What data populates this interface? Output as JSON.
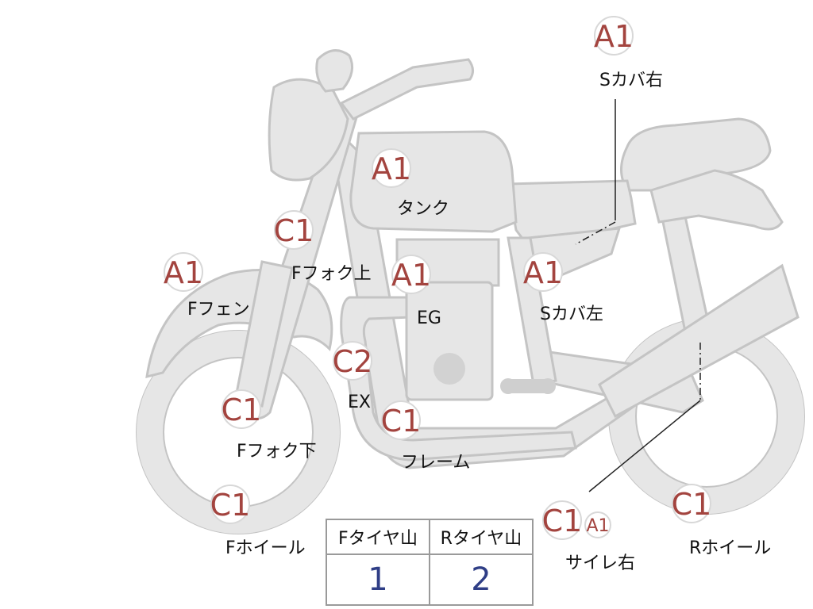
{
  "markers": [
    {
      "id": "s-cover-right",
      "grade": "A1",
      "label": "Sカバ右"
    },
    {
      "id": "tank",
      "grade": "A1",
      "label": "タンク"
    },
    {
      "id": "f-fork-upper",
      "grade": "C1",
      "label": "Fフォク上"
    },
    {
      "id": "f-fender",
      "grade": "A1",
      "label": "Fフェン"
    },
    {
      "id": "engine",
      "grade": "A1",
      "label": "EG"
    },
    {
      "id": "s-cover-left",
      "grade": "A1",
      "label": "Sカバ左"
    },
    {
      "id": "exhaust",
      "grade": "C2",
      "label": "EX"
    },
    {
      "id": "f-fork-lower",
      "grade": "C1",
      "label": "Fフォク下"
    },
    {
      "id": "frame",
      "grade": "C1",
      "label": "フレーム"
    },
    {
      "id": "f-wheel",
      "grade": "C1",
      "label": "Fホイール"
    },
    {
      "id": "r-wheel",
      "grade": "C1",
      "label": "Rホイール"
    },
    {
      "id": "silencer-right",
      "grade": "C1",
      "grade_secondary": "A1",
      "label": "サイレ右"
    }
  ],
  "tire_table": {
    "headers": [
      "Fタイヤ山",
      "Rタイヤ山"
    ],
    "values": [
      "1",
      "2"
    ]
  },
  "colors": {
    "part_fill": "#e6e6e6",
    "part_outline": "#c4c4c4",
    "grade_text": "#a3443f",
    "table_value": "#2f3e86",
    "table_border": "#9a9a9a"
  }
}
